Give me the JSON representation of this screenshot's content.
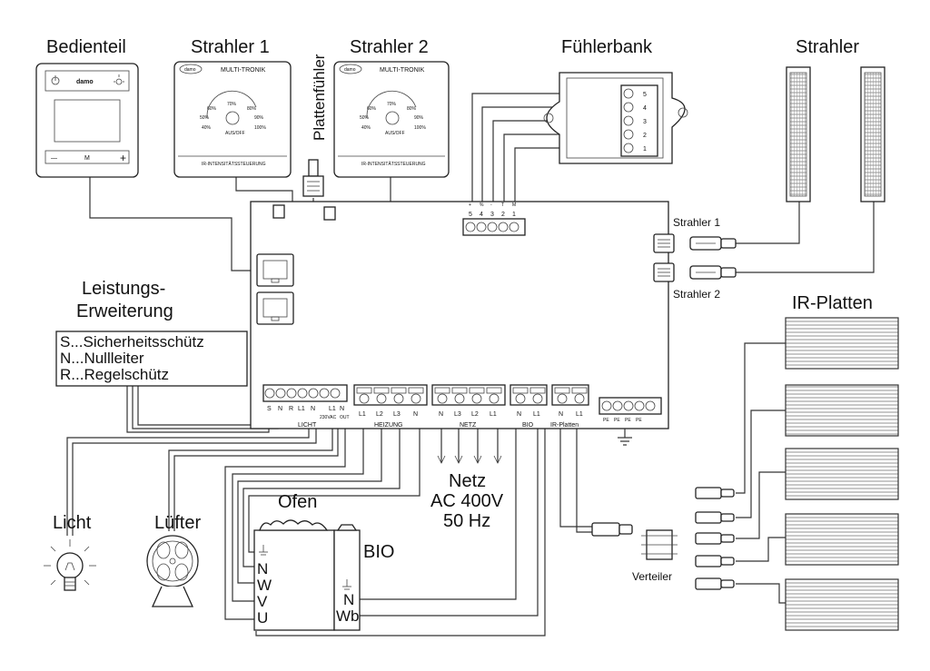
{
  "labels": {
    "bedienteil": "Bedienteil",
    "strahler1": "Strahler 1",
    "plattenfuehler": "Plattenfühler",
    "strahler2": "Strahler 2",
    "fuehlerbank": "Fühlerbank",
    "strahler": "Strahler",
    "strahler1_conn": "Strahler 1",
    "strahler2_conn": "Strahler 2",
    "ir_platten": "IR-Platten",
    "leistung1": "Leistungs-",
    "leistung2": "Erweiterung",
    "legend_s": "S...Sicherheitsschütz",
    "legend_n": "N...Nullleiter",
    "legend_r": "R...Regelschütz",
    "netz1": "Netz",
    "netz2": "AC 400V",
    "netz3": "50 Hz",
    "ofen": "Ofen",
    "bio": "BIO",
    "verteiler": "Verteiler",
    "licht": "Licht",
    "luefter": "Lüfter"
  },
  "devices": {
    "brand": "damo",
    "multitronik": "MULTI-TRONIK",
    "ir_steuerung": "IR-INTENSITÄTSSTEUERUNG",
    "aus_off": "AUS/OFF",
    "dial": [
      "40%",
      "50%",
      "60%",
      "70%",
      "80%",
      "90%",
      "100%"
    ],
    "m_key": "M",
    "minus_key": "—",
    "plus_key": "+"
  },
  "board": {
    "sensor_top": [
      "+",
      "%",
      "-",
      "T",
      "M"
    ],
    "sensor_nums": [
      "5",
      "4",
      "3",
      "2",
      "1"
    ],
    "licht_terms": [
      "S",
      "N",
      "R",
      "L1",
      "N",
      "L1",
      "N"
    ],
    "licht_sub": "230VAC",
    "licht_out": "OUT",
    "licht_group": "LICHT",
    "heizung_terms": [
      "L1",
      "L2",
      "L3",
      "N"
    ],
    "heizung_group": "HEIZUNG",
    "netz_terms": [
      "N",
      "L3",
      "L2",
      "L1"
    ],
    "netz_group": "NETZ",
    "bio_terms": [
      "N",
      "L1"
    ],
    "bio_group": "BIO",
    "ir_terms": [
      "N",
      "L1"
    ],
    "ir_group": "IR-Platten",
    "pe_terms": [
      "PE",
      "PE",
      "PE",
      "PE"
    ],
    "fb_nums": [
      "5",
      "4",
      "3",
      "2",
      "1"
    ]
  },
  "ofen_terms": [
    "N",
    "W",
    "V",
    "U"
  ],
  "bio_terms": [
    "N",
    "Wb"
  ]
}
